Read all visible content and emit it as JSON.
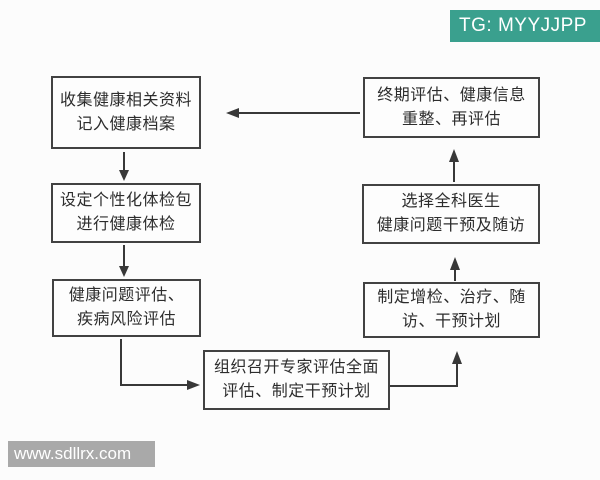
{
  "page": {
    "background": "#fcfcfc",
    "description": "Health management flowchart cycle"
  },
  "banners": {
    "telegram": {
      "text": "TG: MYYJJPP",
      "bg": "#3aa08e",
      "fg": "#ffffff"
    },
    "website": {
      "text": "www.sdllrx.com",
      "bg": "#a9a9a9",
      "fg": "#ffffff"
    }
  },
  "colors": {
    "box_border": "#424242",
    "box_text": "#2d2d2d",
    "arrow": "#383838"
  },
  "flowchart": {
    "nodes": [
      {
        "id": "collect-records",
        "lines": [
          "收集健康相关资料",
          "记入健康档案"
        ]
      },
      {
        "id": "personal-checkup",
        "lines": [
          "设定个性化体检包",
          "进行健康体检"
        ]
      },
      {
        "id": "health-assessment",
        "lines": [
          "健康问题评估、",
          "疾病风险评估"
        ]
      },
      {
        "id": "expert-evaluation",
        "lines": [
          "组织召开专家评估全面",
          "评估、制定干预计划"
        ]
      },
      {
        "id": "intervention-plan",
        "lines": [
          "制定增检、治疗、随",
          "访、干预计划"
        ]
      },
      {
        "id": "choose-doctor",
        "lines": [
          "选择全科医生",
          "健康问题干预及随访"
        ]
      },
      {
        "id": "final-evaluation",
        "lines": [
          "终期评估、健康信息",
          "重整、再评估"
        ]
      }
    ]
  }
}
